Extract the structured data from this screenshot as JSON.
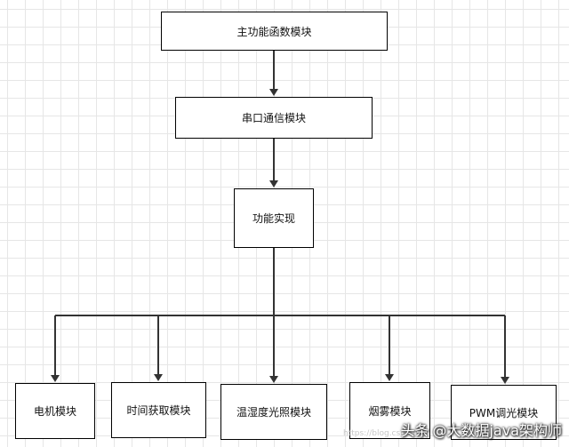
{
  "diagram": {
    "nodes": {
      "main": "主功能函数模块",
      "serial": "串口通信模块",
      "function": "功能实现",
      "motor": "电机模块",
      "time": "时间获取模块",
      "temp": "温湿度光照模块",
      "smoke": "烟雾模块",
      "pwm": "PWM调光模块"
    }
  },
  "watermark": {
    "source_prefix": "头条",
    "handle": "@大数据java架构师",
    "faint_url": "https://blog.csdn.net"
  },
  "colors": {
    "line": "#333333",
    "border": "#000000",
    "grid": "#e6e6e6"
  }
}
